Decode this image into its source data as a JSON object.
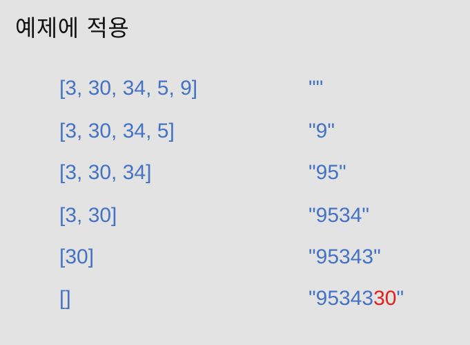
{
  "title": "예제에 적용",
  "colors": {
    "text": "#4472c4",
    "highlight": "#e0201a",
    "background": "#e3e3e3"
  },
  "rows": [
    {
      "array": "[3, 30, 34, 5, 9]",
      "result": "\"\""
    },
    {
      "array": "[3, 30, 34, 5]",
      "result": "\"9\""
    },
    {
      "array": "[3, 30, 34]",
      "result": "\"95\""
    },
    {
      "array": "[3, 30]",
      "result": "\"9534\""
    },
    {
      "array": "[30]",
      "result": "\"95343\""
    },
    {
      "array": "[]",
      "result_prefix": "\"95343",
      "result_highlight": "30",
      "result_suffix": "\""
    }
  ]
}
